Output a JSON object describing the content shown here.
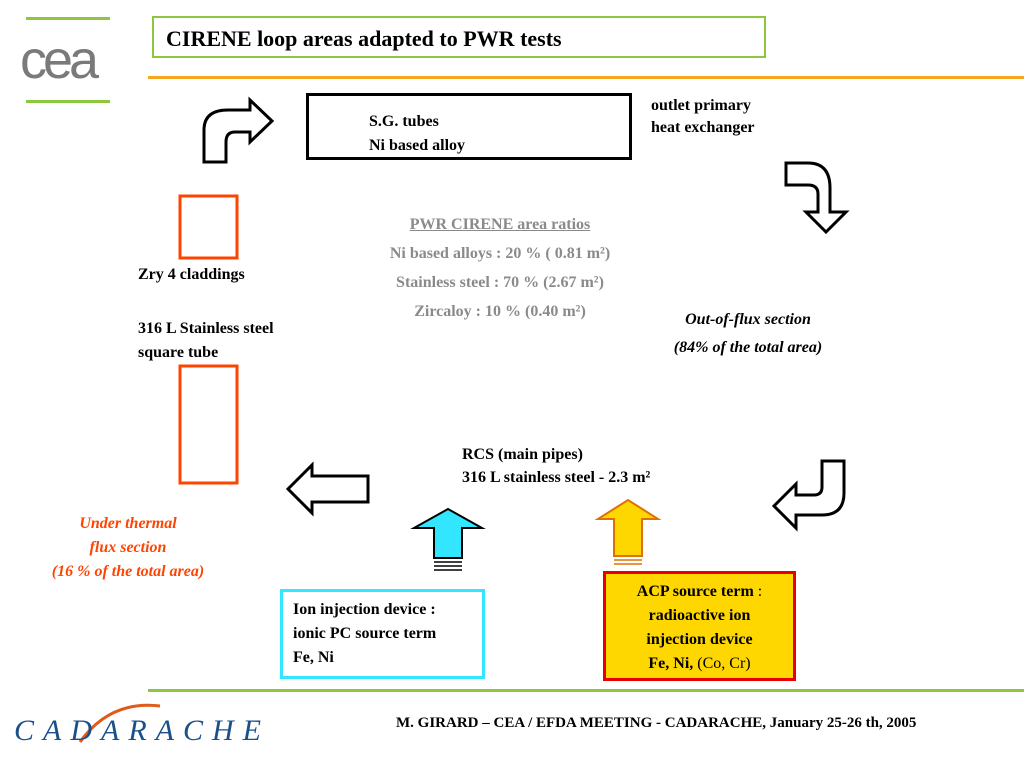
{
  "logo": {
    "text": "cea",
    "line_color": "#8dc63f"
  },
  "title": "CIRENE loop areas adapted to PWR tests",
  "sg_box": {
    "line1": "S.G. tubes",
    "line2": "Ni based alloy"
  },
  "outlet": {
    "line1": "outlet primary",
    "line2": "heat exchanger"
  },
  "ratios": {
    "title": "PWR CIRENE area ratios",
    "ni": "Ni based alloys : 20 % ( 0.81 m²)",
    "ss": "Stainless steel : 70 % (2.67 m²)",
    "zr": "Zircaloy : 10 %   (0.40 m²)"
  },
  "left_labels": {
    "zry": "Zry 4 claddings",
    "ss_line1": "316 L Stainless steel",
    "ss_line2": "square tube"
  },
  "out_of_flux": {
    "line1": "Out-of-flux section",
    "line2": "(84% of the total area)"
  },
  "rcs": {
    "line1": "RCS (main pipes)",
    "line2": "316 L stainless steel  -  2.3 m²"
  },
  "under_flux": {
    "line1": "Under thermal",
    "line2": "flux section",
    "line3": "(16 % of the total area)"
  },
  "ion_box": {
    "line1": "Ion injection device :",
    "line2": "ionic PC source term",
    "line3": "Fe, Ni"
  },
  "acp_box": {
    "line1_bold": "ACP source term",
    "line1_rest": " :",
    "line2": "radioactive ion",
    "line3": "injection device",
    "line4_bold": "Fe, Ni,",
    "line4_rest": " (Co, Cr)"
  },
  "footer": "M. GIRARD – CEA / EFDA MEETING - CADARACHE, January 25-26 th, 2005",
  "brand": "CADARACHE",
  "colors": {
    "green": "#8dc63f",
    "orange": "#f5a623",
    "red_orange": "#ff4400",
    "cyan": "#33e6ff",
    "yellow": "#ffd700",
    "red": "#e60000",
    "blue": "#1a4f8a"
  }
}
